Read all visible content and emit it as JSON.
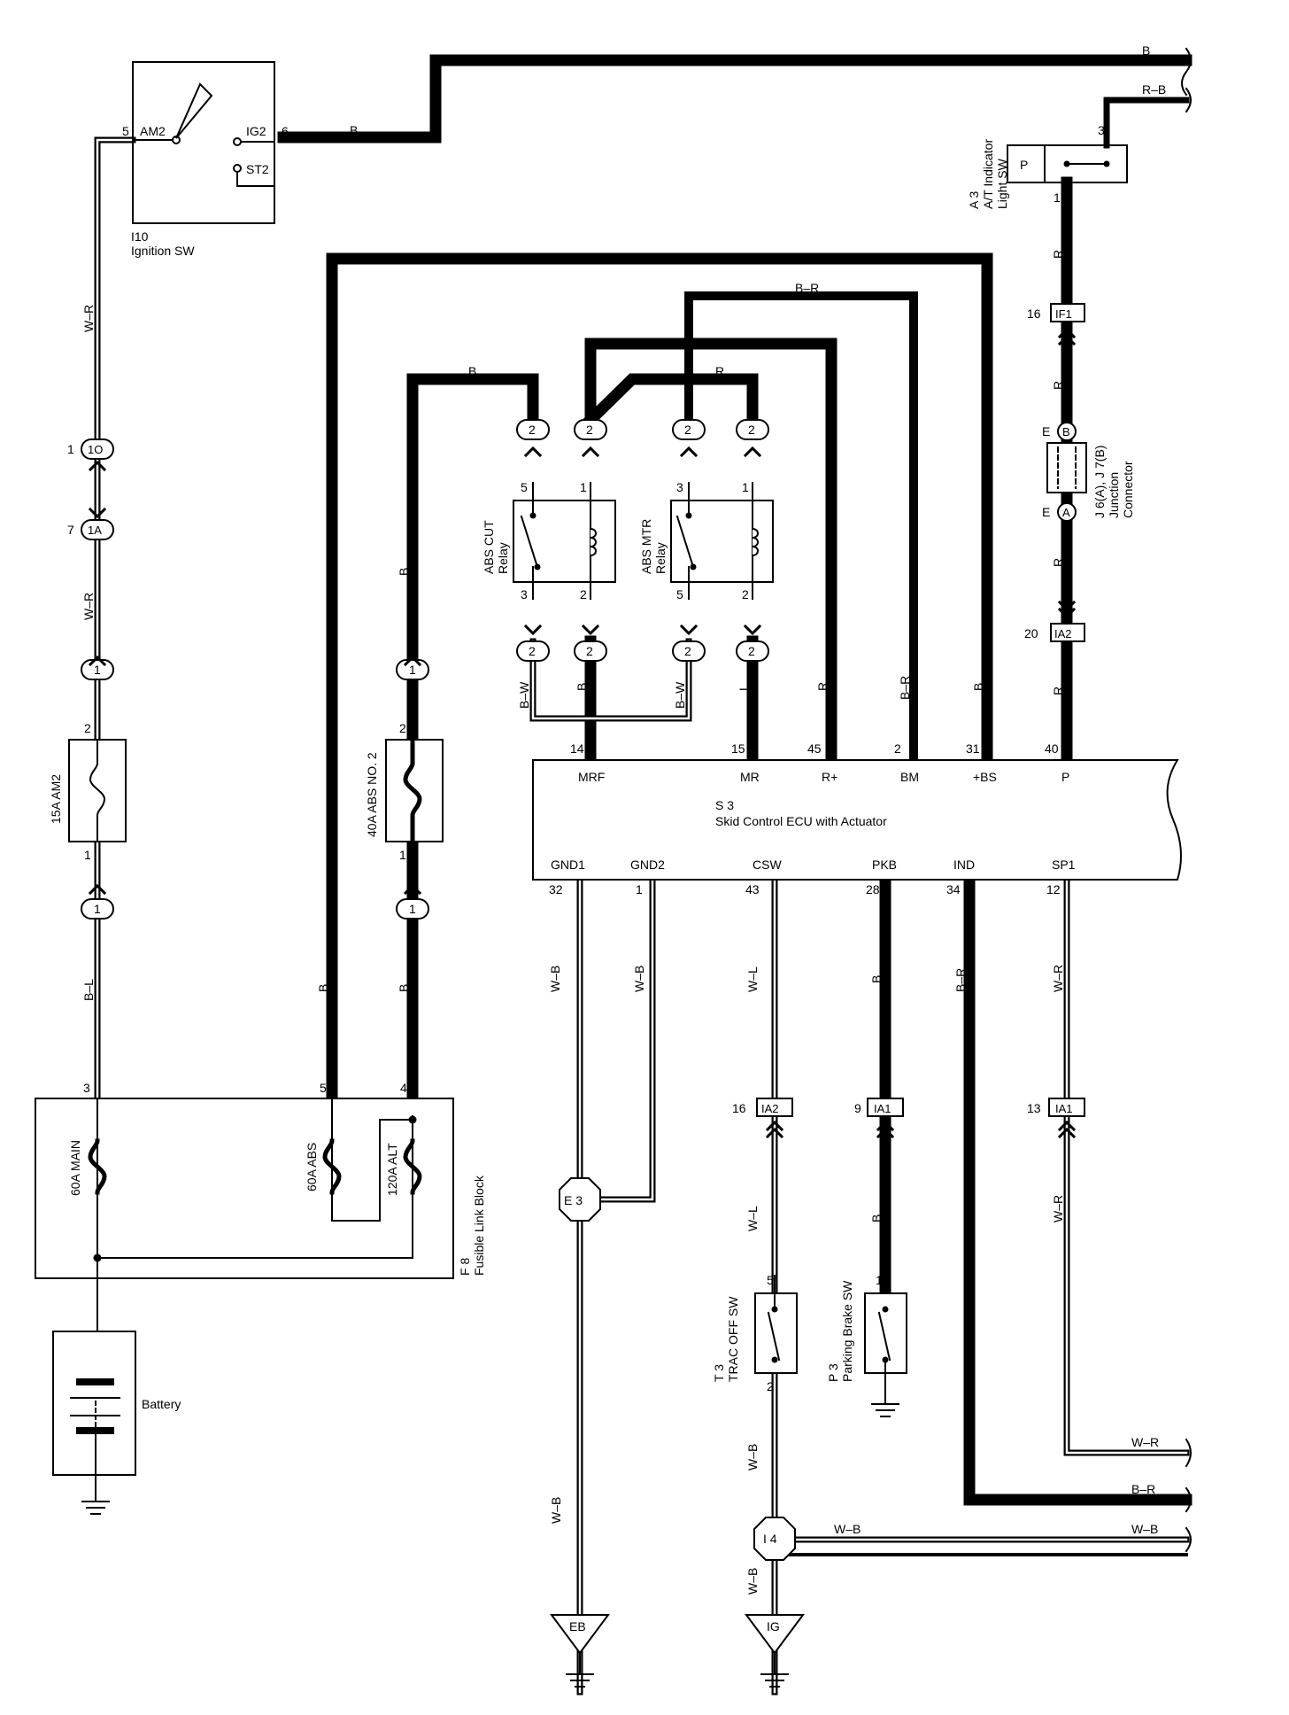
{
  "components": {
    "ignition_sw": {
      "id": "I10",
      "name": "Ignition SW",
      "am2": "AM2",
      "ig2": "IG2",
      "st2": "ST2",
      "pin_am2": "5",
      "pin_ig2": "6"
    },
    "at_indicator": {
      "id": "A 3",
      "name1": "A/T Indicator",
      "name2": "Light SW",
      "p": "P",
      "pin_top": "3",
      "pin_bottom": "1"
    },
    "junction": {
      "id": "J 6(A), J 7(B)",
      "name1": "Junction",
      "name2": "Connector",
      "e": "E",
      "a": "A",
      "b": "B"
    },
    "abs_cut_relay": {
      "name1": "ABS CUT",
      "name2": "Relay",
      "p5": "5",
      "p1": "1",
      "p3": "3",
      "p2": "2"
    },
    "abs_mtr_relay": {
      "name1": "ABS MTR",
      "name2": "Relay",
      "p3": "3",
      "p1": "1",
      "p5": "5",
      "p2": "2"
    },
    "fuse_am2": {
      "label": "15A AM2",
      "top": "2",
      "bottom": "1"
    },
    "fuse_abs2": {
      "label": "40A ABS NO. 2",
      "top": "2",
      "bottom": "1"
    },
    "ecu": {
      "id": "S 3",
      "name": "Skid Control ECU with Actuator",
      "top_terminals": [
        {
          "pin": "14",
          "name": "MRF"
        },
        {
          "pin": "15",
          "name": "MR"
        },
        {
          "pin": "45",
          "name": "R+"
        },
        {
          "pin": "2",
          "name": "BM"
        },
        {
          "pin": "31",
          "name": "+BS"
        },
        {
          "pin": "40",
          "name": "P"
        }
      ],
      "bottom_terminals": [
        {
          "pin": "32",
          "name": "GND1"
        },
        {
          "pin": "1",
          "name": "GND2"
        },
        {
          "pin": "43",
          "name": "CSW"
        },
        {
          "pin": "28",
          "name": "PKB"
        },
        {
          "pin": "34",
          "name": "IND"
        },
        {
          "pin": "12",
          "name": "SP1"
        }
      ]
    },
    "fusible_link": {
      "id": "F 8",
      "name": "Fusible Link Block",
      "main": "60A MAIN",
      "abs": "60A ABS",
      "alt": "120A ALT",
      "p3": "3",
      "p5": "5",
      "p4": "4"
    },
    "battery": {
      "name": "Battery"
    },
    "trac_off_sw": {
      "id": "T 3",
      "name": "TRAC OFF SW",
      "p5": "5",
      "p2": "2"
    },
    "parking_brake_sw": {
      "id": "P 3",
      "name": "Parking Brake SW",
      "p1": "1"
    },
    "ground_eb": "EB",
    "ground_ig": "IG",
    "splice_e3": "E 3",
    "splice_i4": "I 4"
  },
  "connectors": {
    "c1o": {
      "pin": "1",
      "id": "1O"
    },
    "c1a": {
      "pin": "7",
      "id": "1A"
    },
    "if1": {
      "pin": "16",
      "id": "IF1"
    },
    "ia2_top": {
      "pin": "20",
      "id": "IA2"
    },
    "ia2_bottom": {
      "pin": "16",
      "id": "IA2"
    },
    "ia1_pkb": {
      "pin": "9",
      "id": "IA1"
    },
    "ia1_sp1": {
      "pin": "13",
      "id": "IA1"
    },
    "one": "1",
    "two": "2"
  },
  "wires": {
    "b": "B",
    "r_b": "R–B",
    "w_r": "W–R",
    "r": "R",
    "b_r": "B–R",
    "b_w": "B–W",
    "l": "L",
    "b_l": "B–L",
    "w_b": "W–B",
    "w_l": "W–L"
  }
}
